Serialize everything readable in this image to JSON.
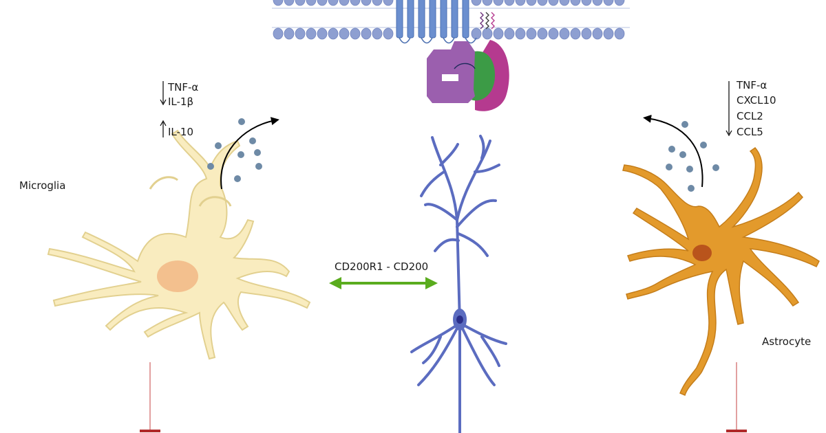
{
  "microglia": {
    "label": "Microglia",
    "cytokines_down": [
      "TNF-α",
      "IL-1β"
    ],
    "cytokines_up": [
      "IL-10"
    ]
  },
  "astrocyte": {
    "label": "Astrocyte",
    "cytokines_down": [
      "TNF-α",
      "CXCL10",
      "CCL2",
      "CCL5"
    ]
  },
  "interaction": {
    "label": "CD200R1 - CD200"
  },
  "colors": {
    "microglia_fill": "#f9ecbf",
    "microglia_stroke": "#e2d08f",
    "microglia_nucleus": "#f3c08e",
    "astrocyte_fill": "#e39a2c",
    "astrocyte_stroke": "#c47d1a",
    "astrocyte_nucleus": "#b9541c",
    "neuron": "#5b6cc0",
    "neuron_nucleus": "#2a2e8a",
    "membrane_head": "#8e9fd1",
    "receptor_helix": "#6b8fcf",
    "protein_purple": "#9b5fae",
    "protein_green": "#3c9b46",
    "protein_magenta": "#b53a8f",
    "interaction_arrow": "#5aac1e",
    "inhibition": "#b02a2a",
    "cytokine_dot": "#6e8aa6"
  }
}
